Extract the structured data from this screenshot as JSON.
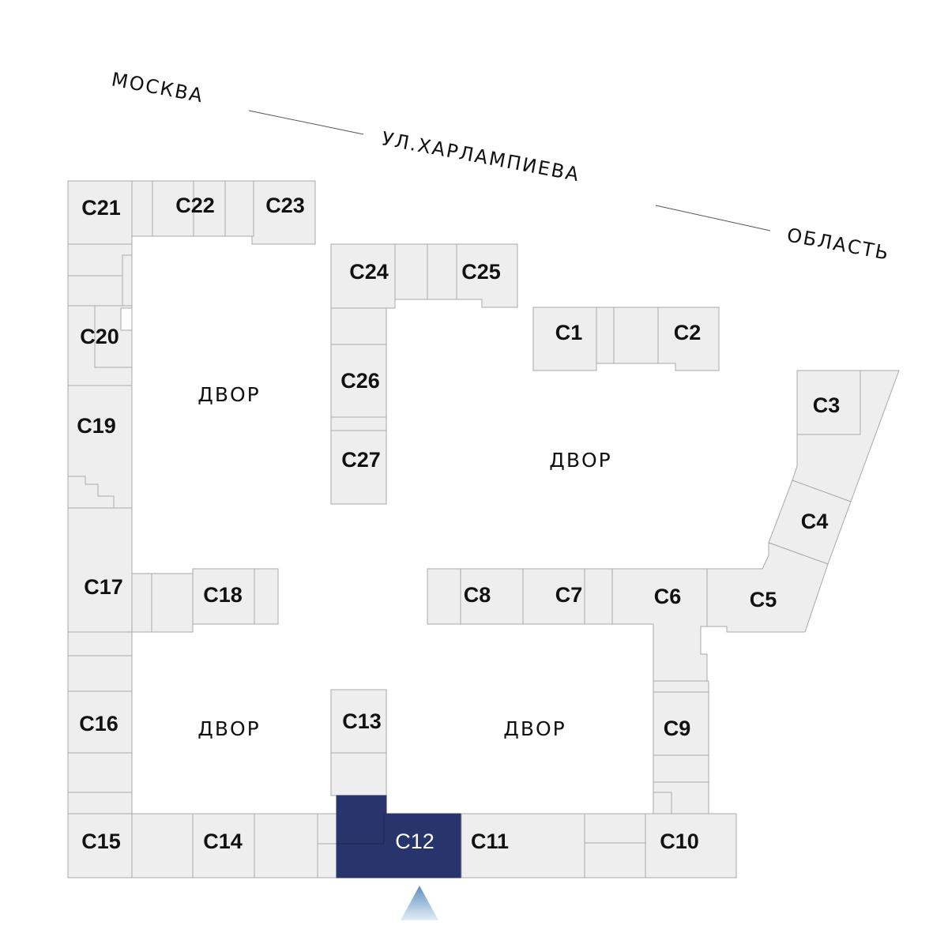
{
  "street": {
    "part1": "МОСКВА",
    "part2": "УЛ.ХАРЛАМПИЕВА",
    "part3": "ОБЛАСТЬ"
  },
  "yards": [
    "ДВОР",
    "ДВОР",
    "ДВОР",
    "ДВОР"
  ],
  "sections": {
    "C1": "C1",
    "C2": "C2",
    "C3": "C3",
    "C4": "C4",
    "C5": "C5",
    "C6": "C6",
    "C7": "C7",
    "C8": "C8",
    "C9": "C9",
    "C10": "C10",
    "C11": "C11",
    "C12": "C12",
    "C13": "C13",
    "C14": "C14",
    "C15": "C15",
    "C16": "C16",
    "C17": "C17",
    "C18": "C18",
    "C19": "C19",
    "C20": "C20",
    "C21": "C21",
    "C22": "C22",
    "C23": "C23",
    "C24": "C24",
    "C25": "C25",
    "C26": "C26",
    "C27": "C27"
  },
  "selected_section": "C12",
  "colors": {
    "block_fill": "#eeeeee",
    "block_stroke": "#a9a9a9",
    "selected_fill": "#28356d",
    "entrance_marker": "#5b8fbd"
  }
}
